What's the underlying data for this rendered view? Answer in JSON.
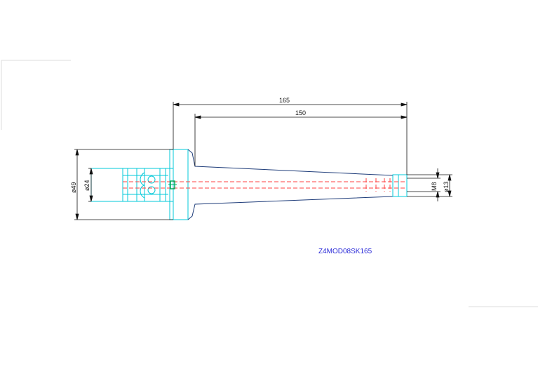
{
  "drawing": {
    "part_code": "Z4MOD08SK165",
    "dimensions": {
      "overall_length": "165",
      "taper_length": "150",
      "flange_diameter": "ø49",
      "shank_diameter": "ø24",
      "thread": "M8",
      "tip_diameter": "ø13"
    }
  },
  "colors": {
    "background": "#ffffff",
    "body_outline": "#00c8d8",
    "taper_outline": "#1f3d7a",
    "centerline": "#ff4040",
    "dimension_line": "#111111",
    "hidden_line": "#ff4040",
    "text_label": "#2a2ad8"
  }
}
